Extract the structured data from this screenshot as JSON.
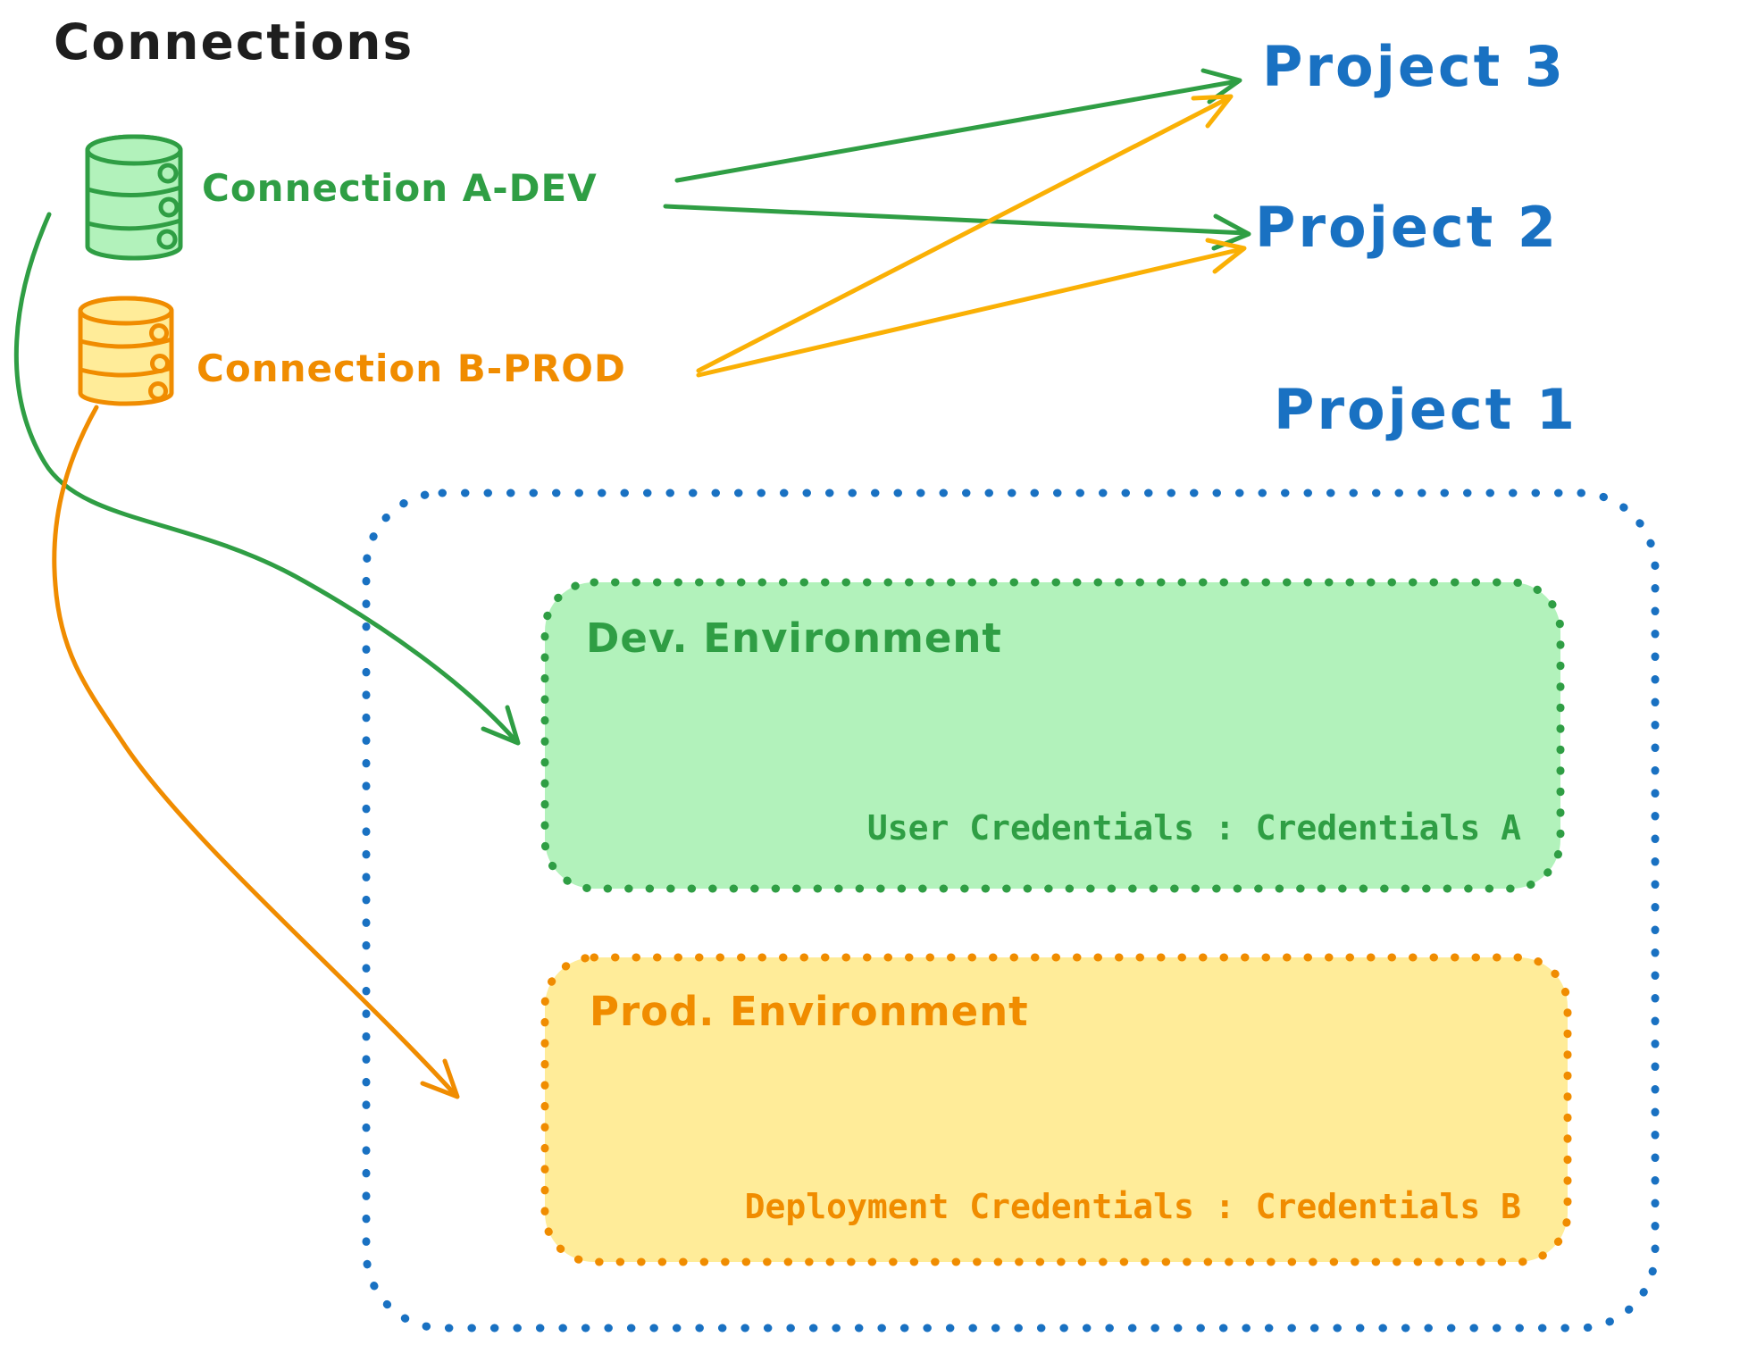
{
  "title": "Connections",
  "connections": {
    "a_dev": {
      "label": "Connection A-DEV",
      "icon": "database-icon",
      "stroke_color": "#2f9e44",
      "fill_color": "#b2f2bb"
    },
    "b_prod": {
      "label": "Connection B-PROD",
      "icon": "database-icon",
      "stroke_color": "#f08c00",
      "fill_color": "#ffec99"
    }
  },
  "projects": {
    "p3": "Project 3",
    "p2": "Project 2",
    "p1": "Project 1"
  },
  "environments": {
    "dev": {
      "title": "Dev. Environment",
      "credentials": "User Credentials : Credentials A"
    },
    "prod": {
      "title": "Prod. Environment",
      "credentials": "Deployment Credentials : Credentials B"
    }
  },
  "edges": [
    "Connection A-DEV -> Project 3",
    "Connection A-DEV -> Project 2",
    "Connection B-PROD -> Project 3",
    "Connection B-PROD -> Project 2",
    "Connection A-DEV -> Dev. Environment",
    "Connection B-PROD -> Prod. Environment"
  ],
  "colors": {
    "text_black": "#1e1e1e",
    "green_stroke": "#2f9e44",
    "green_bg": "#b2f2bb",
    "orange_stroke": "#f08c00",
    "orange_bg": "#ffec99",
    "amber_arrow": "#fab005",
    "blue": "#1971c2",
    "background": "#ffffff"
  }
}
